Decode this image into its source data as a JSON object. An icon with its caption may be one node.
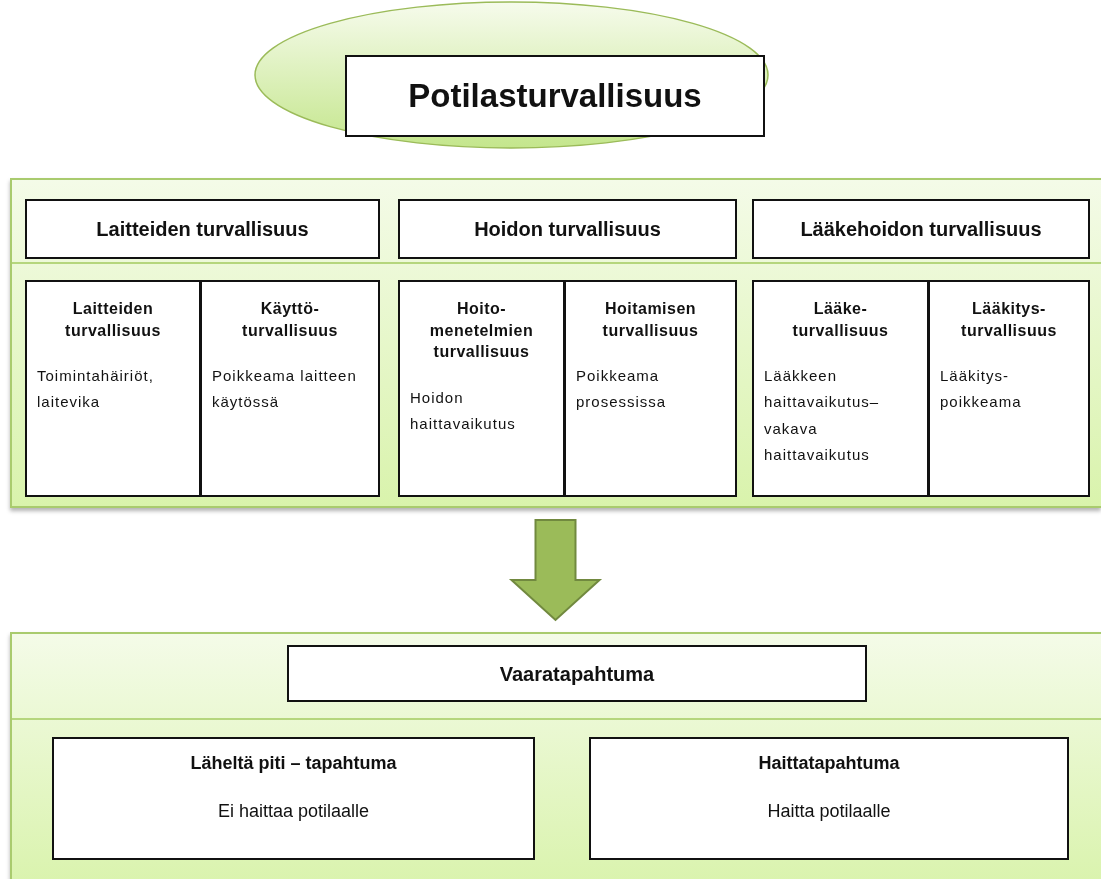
{
  "diagram": {
    "nodes": [
      {
        "text": [],
        "shape": "ellipse"
      },
      {
        "text": [
          "Potilasturvallisuus"
        ],
        "in": 0
      },
      {
        "text": [],
        "shape": "box"
      },
      {
        "text": [
          "Laitteiden turvallisuus"
        ],
        "in": 2
      },
      {
        "text": [
          "Hoidon turvallisuus"
        ],
        "in": 2
      },
      {
        "text": [
          "Lääkehoidon turvallisuus"
        ],
        "in": 2
      },
      {
        "text": [
          "Laitteiden turvallisuus",
          "Toimintahäiriöt, laitevika"
        ],
        "in": 2
      },
      {
        "text": [
          "Käyttö- turvallisuus",
          "Poikkeama laitteen käytössä"
        ],
        "in": 2
      },
      {
        "text": [
          "Hoito- menetelmien turvallisuus",
          "Hoidon haittavaikutus"
        ],
        "in": 2
      },
      {
        "text": [
          "Hoitamisen turvallisuus",
          "Poikkeama prosessissa"
        ],
        "in": 2
      },
      {
        "text": [
          "Lääke- turvallisuus",
          "Lääkkeen haittavaikutus– vakava haittavaikutus"
        ],
        "in": 2
      },
      {
        "text": [
          "Lääkitys- turvallisuus",
          "Lääkitys- poikkeama"
        ],
        "in": 2
      },
      {
        "text": [],
        "shape": "box"
      },
      {
        "text": [
          "Vaaratapahtuma"
        ],
        "in": 12
      },
      {
        "text": [
          "Läheltä piti – tapahtuma",
          "Ei haittaa potilaalle"
        ],
        "in": 12
      },
      {
        "text": [
          "Haittatapahtuma",
          "Haitta potilaalle"
        ],
        "in": 12
      }
    ],
    "edges": [
      {
        "from": 2,
        "to": 12,
        "arrow": "to",
        "style": "thick",
        "color": "#9bbb59"
      }
    ]
  }
}
